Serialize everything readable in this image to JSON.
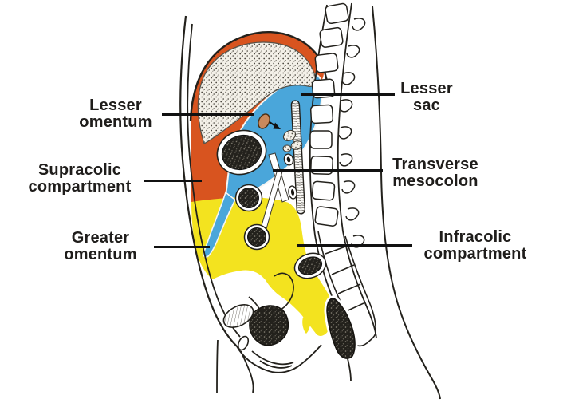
{
  "figure": {
    "description": "Sagittal section of the female abdomen and pelvis showing the peritoneal compartments",
    "regions": {
      "supracolic": {
        "name": "Supracolic compartment",
        "color": "#d8541f"
      },
      "lesser_sac": {
        "name": "Lesser sac",
        "color": "#4aa6da"
      },
      "infracolic": {
        "name": "Infracolic compartment",
        "color": "#f3e31f"
      }
    },
    "structures": {
      "foramen_color": "#c9895c",
      "outline_color": "#23211c",
      "leader_color": "#111111"
    },
    "labels": {
      "lesser_omentum": {
        "line1": "Lesser",
        "line2": "omentum"
      },
      "supracolic": {
        "line1": "Supracolic",
        "line2": "compartment"
      },
      "greater_omentum": {
        "line1": "Greater",
        "line2": "omentum"
      },
      "lesser_sac": {
        "line1": "Lesser",
        "line2": "sac"
      },
      "transverse_mesocolon": {
        "line1": "Transverse",
        "line2": "mesocolon"
      },
      "infracolic": {
        "line1": "Infracolic",
        "line2": "compartment"
      }
    }
  }
}
